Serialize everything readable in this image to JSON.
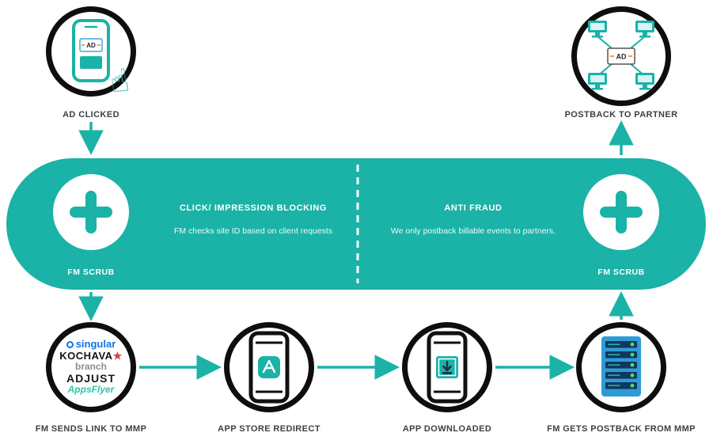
{
  "colors": {
    "teal": "#1bb2a7",
    "ring_black": "#0e0e0e",
    "label_gray": "#3d4045",
    "server_blue": "#2e9bd6",
    "server_slat": "#12375c",
    "led_green": "#4be06a",
    "ad_chip_orange": "#f0a050",
    "singular_blue": "#1273e6",
    "kochava_star_red": "#e03a3a",
    "branch_gray": "#8a9096",
    "appsflyer_teal": "#2bc5a8"
  },
  "icons": {
    "tap_hand": "☝"
  },
  "nodes": {
    "ad_clicked": {
      "label": "AD CLICKED",
      "chip": "AD"
    },
    "postback_partner": {
      "label": "POSTBACK TO PARTNER",
      "chip": "AD"
    },
    "mmp": {
      "label": "FM SENDS LINK TO MMP",
      "logo_singular": "singular",
      "logo_kochava": "KOCHAVA",
      "kochava_star": "★",
      "logo_branch": "branch",
      "logo_adjust": "ADJUST",
      "logo_appsflyer": "AppsFlyer"
    },
    "app_store": {
      "label": "APP STORE REDIRECT"
    },
    "app_downloaded": {
      "label": "APP DOWNLOADED"
    },
    "fm_postback": {
      "label": "FM GETS POSTBACK FROM MMP"
    }
  },
  "banner": {
    "left_scrub_label": "FM SCRUB",
    "right_scrub_label": "FM SCRUB",
    "left": {
      "title": "CLICK/ IMPRESSION BLOCKING",
      "body": "FM checks site ID based on client requests"
    },
    "right": {
      "title": "ANTI FRAUD",
      "body": "We only postback billable events to partners."
    }
  }
}
